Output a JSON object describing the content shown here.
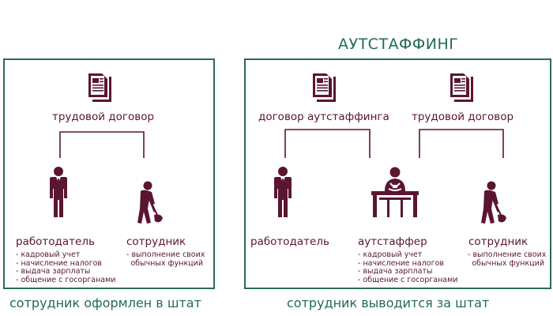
{
  "colors": {
    "figure": "#5a1531",
    "accent_green": "#1f6b55",
    "panel_border": "#2e6a55"
  },
  "right_title": "АУТСТАФФИНГ",
  "left_panel": {
    "contract": {
      "icon": "document-icon",
      "label": "трудовой договор"
    },
    "employer": {
      "icon": "businessman-icon",
      "label": "работодатель",
      "duties": [
        "- кадровый учет",
        "- начисление налогов",
        "- выдача зарплаты",
        "- общение с госорганами"
      ]
    },
    "employee": {
      "icon": "worker-shovel-icon",
      "label": "сотрудник",
      "duties": [
        "- выполнение своих",
        "обычных функций"
      ]
    },
    "caption": "сотрудник оформлен в штат"
  },
  "right_panel": {
    "contract_outstaffing": {
      "icon": "document-icon",
      "label": "договор аутстаффинга"
    },
    "contract_labor": {
      "icon": "document-icon",
      "label": "трудовой договор"
    },
    "employer": {
      "icon": "businessman-icon",
      "label": "работодатель"
    },
    "outstaffer": {
      "icon": "person-at-desk-icon",
      "label": "аутстаффер",
      "duties": [
        "- кадровый учет",
        "- начисление налогов",
        "- выдача зарплаты",
        "- общение с госорганами"
      ]
    },
    "employee": {
      "icon": "worker-shovel-icon",
      "label": "сотрудник",
      "duties": [
        "- выполнение своих",
        "обычных функций"
      ]
    },
    "caption": "сотрудник выводится за штат"
  }
}
